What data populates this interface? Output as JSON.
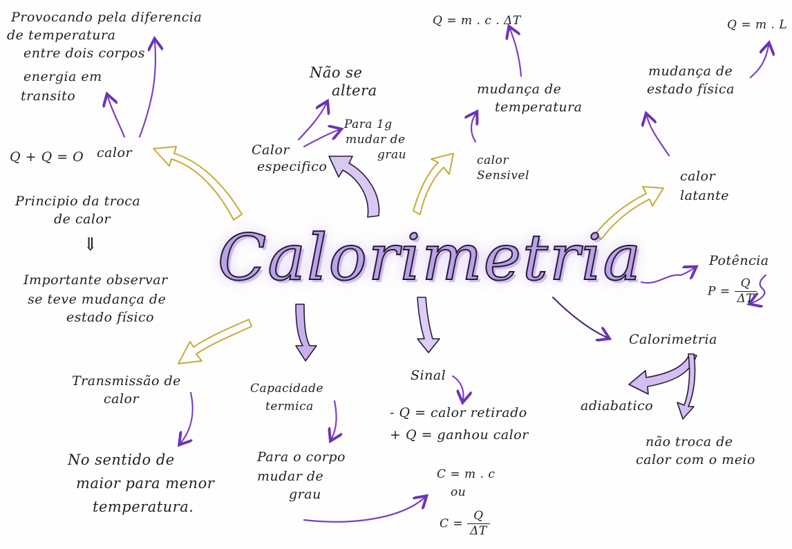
{
  "title": "Calorimetria",
  "colors": {
    "purple": "#7b3fc4",
    "yellow": "#c9a93a",
    "ink": "#1e1e24",
    "highlight": "#b9a2e6"
  },
  "calor": {
    "label": "calor",
    "desc_line1": "Provocando pela diferencia",
    "desc_line2": "de temperatura",
    "desc_line3": "entre dois corpos",
    "energia_line1": "energia em",
    "energia_line2": "transito",
    "equacao": "Q + Q = O",
    "principio_line1": "Principio da troca",
    "principio_line2": "de calor",
    "implies": "⇓",
    "importante_line1": "Importante observar",
    "importante_line2": "se teve mudança de",
    "importante_line3": "estado físico"
  },
  "calor_especifico": {
    "label_line1": "Calor",
    "label_line2": "especifico",
    "nao_line1": "Não se",
    "nao_line2": "altera",
    "para_line1": "Para 1g",
    "para_line2": "mudar de",
    "para_line3": "grau"
  },
  "calor_sensivel": {
    "label_line1": "calor",
    "label_line2": "Sensivel",
    "mudanca_line1": "mudança de",
    "mudanca_line2": "temperatura",
    "formula": "Q = m . c . ΔT"
  },
  "calor_latente": {
    "label_line1": "calor",
    "label_line2": "latante",
    "mudanca_line1": "mudança de",
    "mudanca_line2": "estado física",
    "formula": "Q = m . L"
  },
  "potencia": {
    "label": "Potência",
    "formula_left": "P =",
    "formula_num": "Q",
    "formula_den": "ΔT"
  },
  "transmissao": {
    "label_line1": "Transmissão de",
    "label_line2": "calor",
    "sentido_line1": "No sentido de",
    "sentido_line2": "maior para menor",
    "sentido_line3": "temperatura."
  },
  "capacidade": {
    "label_line1": "Capacidade",
    "label_line2": "termica",
    "para_line1": "Para o corpo",
    "para_line2": "mudar de",
    "para_line3": "grau",
    "formula1": "C = m . c",
    "ou": "ou",
    "formula2_left": "C =",
    "formula2_num": "Q",
    "formula2_den": "ΔT"
  },
  "sinal": {
    "label": "Sinal",
    "neg": "- Q = calor retirado",
    "pos": "+ Q = ganhou calor"
  },
  "calorimetria_sub": {
    "label": "Calorimetria",
    "adiabatico": "adiabatico",
    "nao_line1": "não troca de",
    "nao_line2": "calor com o meio"
  }
}
